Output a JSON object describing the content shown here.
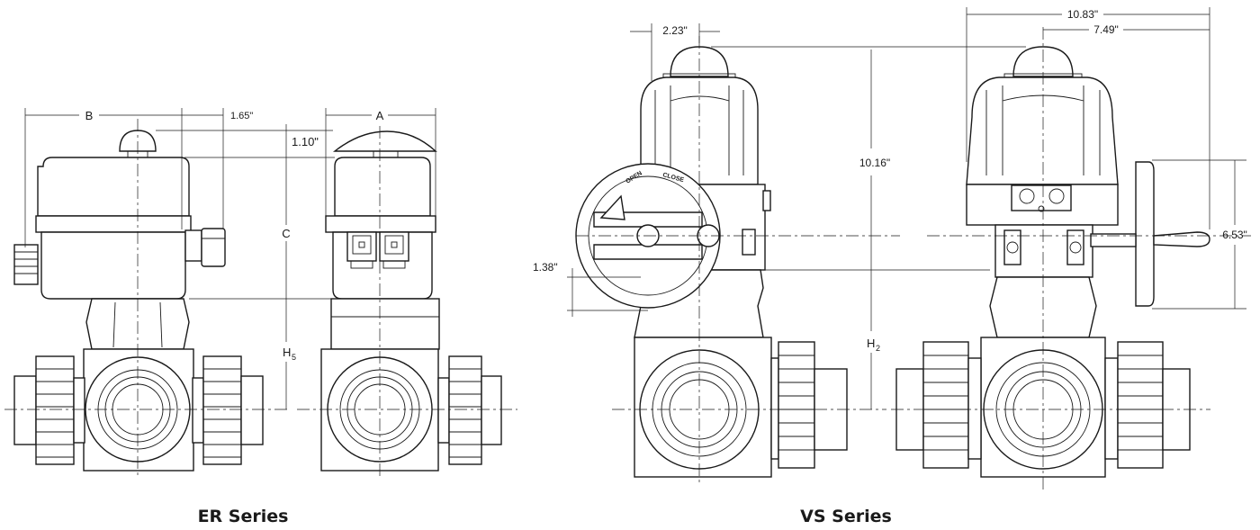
{
  "er_series": {
    "caption": "ER Series",
    "dims": {
      "b": "B",
      "d165": "1.65\"",
      "a": "A",
      "d110": "1.10\"",
      "c": "C",
      "h": "H",
      "h_sub": "5"
    }
  },
  "vs_series": {
    "caption": "VS Series",
    "dims": {
      "d223": "2.23\"",
      "d1083": "10.83\"",
      "d749": "7.49\"",
      "d1016": "10.16\"",
      "d138": "1.38\"",
      "d653": "6.53\"",
      "h": "H",
      "h_sub": "2"
    },
    "handwheel": {
      "open": "OPEN",
      "close": "CLOSE"
    }
  }
}
